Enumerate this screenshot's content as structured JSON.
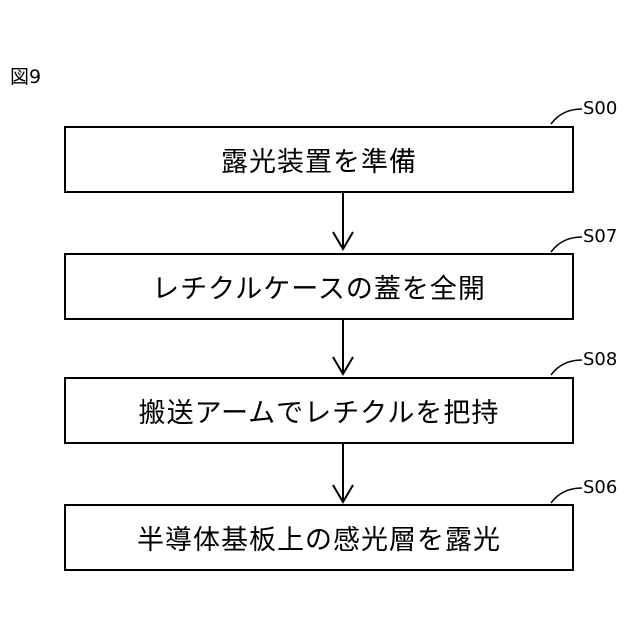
{
  "figure_label": "図9",
  "steps": [
    {
      "id": "S00",
      "text": "露光装置を準備"
    },
    {
      "id": "S07",
      "text": "レチクルケースの蓋を全開"
    },
    {
      "id": "S08",
      "text": "搬送アームでレチクルを把持"
    },
    {
      "id": "S06",
      "text": "半導体基板上の感光層を露光"
    }
  ]
}
